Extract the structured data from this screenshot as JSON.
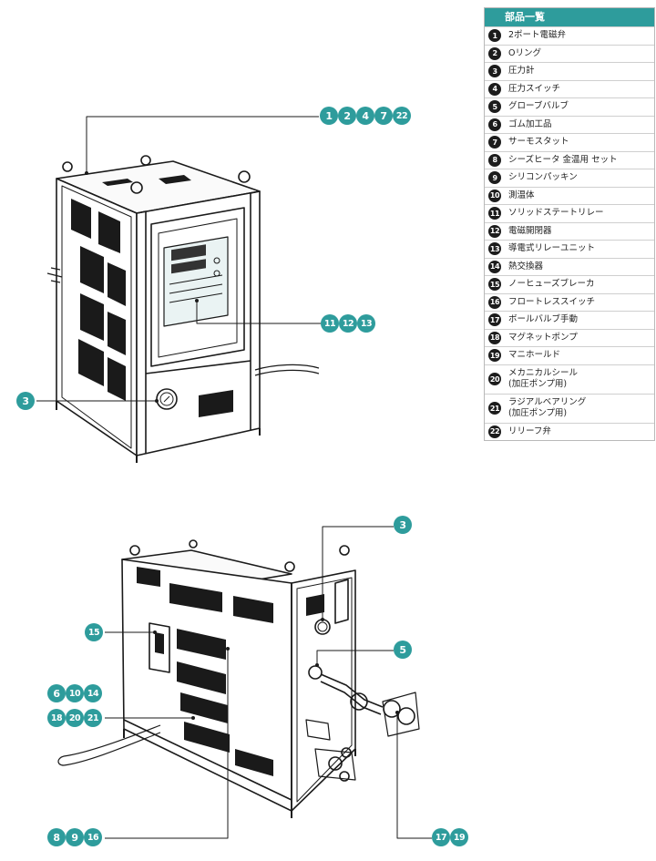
{
  "parts_list": {
    "header": "部品一覧",
    "items": [
      {
        "num": "1",
        "label": "2ポート電磁弁"
      },
      {
        "num": "2",
        "label": "Oリング"
      },
      {
        "num": "3",
        "label": "圧力計"
      },
      {
        "num": "4",
        "label": "圧力スイッチ"
      },
      {
        "num": "5",
        "label": "グローブバルブ"
      },
      {
        "num": "6",
        "label": "ゴム加工品"
      },
      {
        "num": "7",
        "label": "サーモスタット"
      },
      {
        "num": "8",
        "label": "シーズヒータ 金温用 セット"
      },
      {
        "num": "9",
        "label": "シリコンパッキン"
      },
      {
        "num": "10",
        "label": "測温体"
      },
      {
        "num": "11",
        "label": "ソリッドステートリレー"
      },
      {
        "num": "12",
        "label": "電磁開閉器"
      },
      {
        "num": "13",
        "label": "導電式リレーユニット"
      },
      {
        "num": "14",
        "label": "熱交換器"
      },
      {
        "num": "15",
        "label": "ノーヒューズブレーカ"
      },
      {
        "num": "16",
        "label": "フロートレススイッチ"
      },
      {
        "num": "17",
        "label": "ボールバルブ手動"
      },
      {
        "num": "18",
        "label": "マグネットポンプ"
      },
      {
        "num": "19",
        "label": "マニホールド"
      },
      {
        "num": "20",
        "label": "メカニカルシール\n(加圧ポンプ用)"
      },
      {
        "num": "21",
        "label": "ラジアルベアリング\n(加圧ポンプ用)"
      },
      {
        "num": "22",
        "label": "リリーフ弁"
      }
    ]
  },
  "callouts": {
    "front_top": [
      "1",
      "2",
      "4",
      "7",
      "22"
    ],
    "front_panel": [
      "11",
      "12",
      "13"
    ],
    "front_gauge": [
      "3"
    ],
    "rear_gauge": [
      "3"
    ],
    "rear_breaker": [
      "15"
    ],
    "rear_valve": [
      "5"
    ],
    "rear_left_row1": [
      "6",
      "10",
      "14"
    ],
    "rear_left_row2": [
      "18",
      "20",
      "21"
    ],
    "rear_bottom": [
      "8",
      "9",
      "16"
    ],
    "rear_manifold": [
      "17",
      "19"
    ]
  },
  "colors": {
    "accent": "#2e9c9c",
    "line": "#1a1a1a"
  }
}
